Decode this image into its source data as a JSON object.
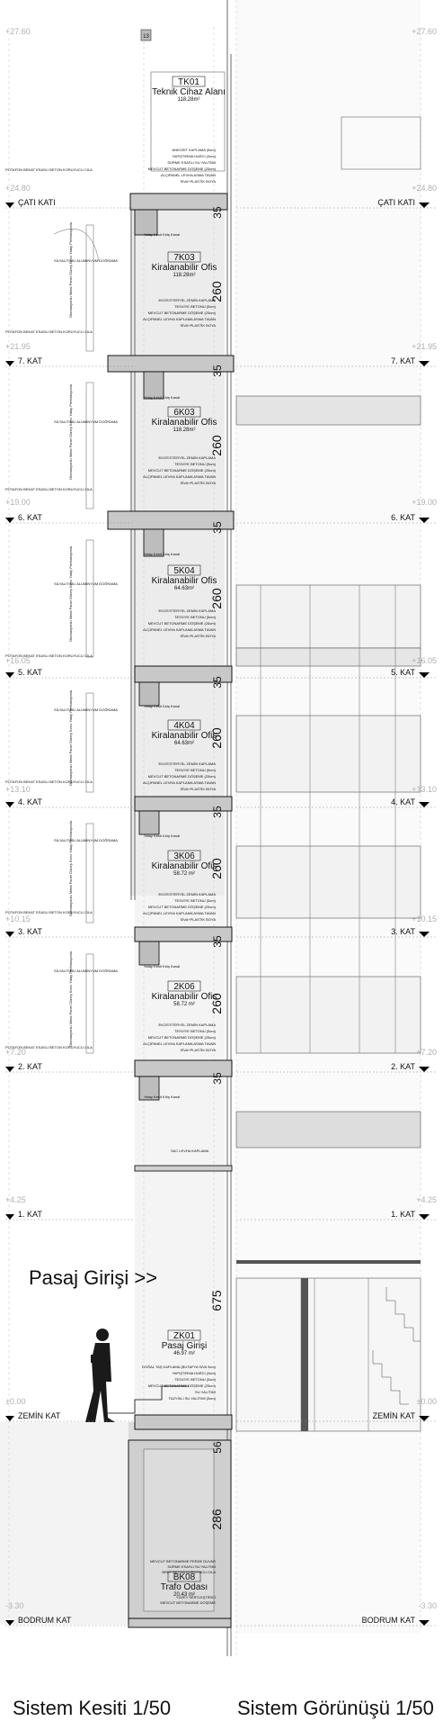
{
  "sheet": {
    "axis_tag": "13",
    "titles": {
      "section": "Sistem Kesiti 1/50",
      "elevation": "Sistem Görünüşü 1/50"
    },
    "entrance_label": "Pasaj Girişi >>",
    "elevations": [
      "+27.60",
      "+24.80",
      "+21.95",
      "+19.00",
      "+16.05",
      "+13.10",
      "+10.15",
      "+7.20",
      "+4.25",
      "±0.00",
      "-3.30"
    ],
    "levels": [
      {
        "id": "cati",
        "label": "ÇATI KATI",
        "elev": "+24.80"
      },
      {
        "id": "k7",
        "label": "7. KAT",
        "elev": "+21.95"
      },
      {
        "id": "k6",
        "label": "6. KAT",
        "elev": "+19.00"
      },
      {
        "id": "k5",
        "label": "5. KAT",
        "elev": "+16.05"
      },
      {
        "id": "k4",
        "label": "4. KAT",
        "elev": "+13.10"
      },
      {
        "id": "k3",
        "label": "3. KAT",
        "elev": "+10.15"
      },
      {
        "id": "k2",
        "label": "2. KAT",
        "elev": "+7.20"
      },
      {
        "id": "k1",
        "label": "1. KAT",
        "elev": "+4.25"
      },
      {
        "id": "zemin",
        "label": "ZEMİN KAT",
        "elev": "±0.00"
      },
      {
        "id": "bodrum",
        "label": "BODRUM KAT",
        "elev": "-3.30"
      }
    ],
    "rooms": [
      {
        "id": "TK01",
        "name": "Teknik Cihaz Alanı",
        "area": "118.28m²"
      },
      {
        "id": "7K03",
        "name": "Kiralanabilir Ofis",
        "area": "118.28m²"
      },
      {
        "id": "6K03",
        "name": "Kiralanabilir Ofis",
        "area": "118.28m²"
      },
      {
        "id": "5K04",
        "name": "Kiralanabilir Ofis",
        "area": "64.63m²"
      },
      {
        "id": "4K04",
        "name": "Kiralanabilir Ofis",
        "area": "64.63m²"
      },
      {
        "id": "3K06",
        "name": "Kiralanabilir Ofis",
        "area": "58.72 m²"
      },
      {
        "id": "2K06",
        "name": "Kiralanabilir Ofis",
        "area": "58.72 m²"
      },
      {
        "id": "ZK01",
        "name": "Pasaj Girişi",
        "area": "46.97 m²"
      },
      {
        "id": "BK08",
        "name": "Trafo Odası",
        "area": "20.43 m²"
      }
    ],
    "dims": {
      "slab": "35",
      "height": "260",
      "ground_height": "675",
      "basement_slab": "56",
      "basement_height": "286"
    },
    "notes": {
      "suspended_channel": "Yatay Kesit Kiriş Kanal",
      "concrete_polish": "POTAFON BEKAT ESASLI BETON KORUYUCU CILA",
      "aluminium_frame": "SİLYALITIMLI ALUMİNYUM DOĞRAMA",
      "panel_facade": "Otomasyonlu Metal Panel Güneş Kırıcı Yatay Perforasyonlu",
      "metal_sheet": "SAC LEVHA KAPLAMA",
      "floor_layers": [
        "EKOS'STERYEL ZEMİN KAPLAMA",
        "TESVİYE BETONU (5cm)",
        "MEVCUT BETONARME DÖŞEME (25cm)",
        "ALÇIPANEL LEVHA KAPLAMA ASMA TAVAN",
        "SİVA+PLASTİK BOYA"
      ],
      "roof_layers": [
        "ANKOSİT KAPLAMA (5cm)",
        "YAPIŞTIRMA HARCI (3cm)",
        "SÜRME ESASLI SU YALITIMI",
        "MEVCUT BETONARME DÖŞEME (25cm)",
        "ALÇIPANEL LEVHA ASMA TAVAN",
        "SIVA+PLASTİK BOYA"
      ],
      "ground_layers": [
        "DOĞAL TAŞ KAPLAMA (BUTAFYA SIVA 3cm)",
        "YAPIŞTIRMA HARCI (3cm)",
        "TESVİYE BETONU (5cm)",
        "MEVCUT BETONARME DÖŞEME (25cm)",
        "SU YALITIMI",
        "TAZYİKLİ SU YALITIMI (5cm)"
      ],
      "basement_layers": [
        "MEVCUT BETONARME PERDE DUVAR",
        "SÜRME ESASLI SU YALITIMI",
        "BRUT BETON KORUYUCU CILA"
      ],
      "basement_floor_layers": [
        "YÜZEY SERTLEŞTİRİCİ",
        "MEVCUT BETONARME DÖŞEME"
      ]
    }
  }
}
